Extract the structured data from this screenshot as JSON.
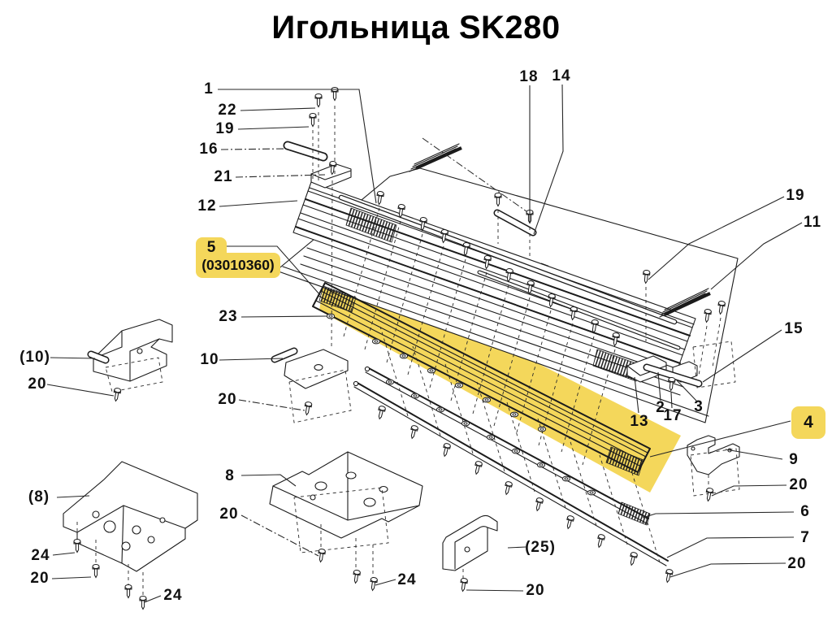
{
  "title": "Игольница SK280",
  "colors": {
    "highlight": "#F4D75B",
    "ink": "#1b1b1b",
    "background": "#ffffff"
  },
  "highlight_note": {
    "number": "5",
    "code": "(03010360)"
  },
  "highlight_callout": {
    "label": "4"
  },
  "callouts": [
    "1",
    "22",
    "19",
    "16",
    "21",
    "12",
    "23",
    "(10)",
    "20",
    "10",
    "20",
    "18",
    "14",
    "19",
    "11",
    "15",
    "13",
    "2",
    "17",
    "3",
    "9",
    "20",
    "6",
    "7",
    "20",
    "(8)",
    "24",
    "20",
    "24",
    "8",
    "20",
    "24",
    "(25)",
    "20"
  ]
}
